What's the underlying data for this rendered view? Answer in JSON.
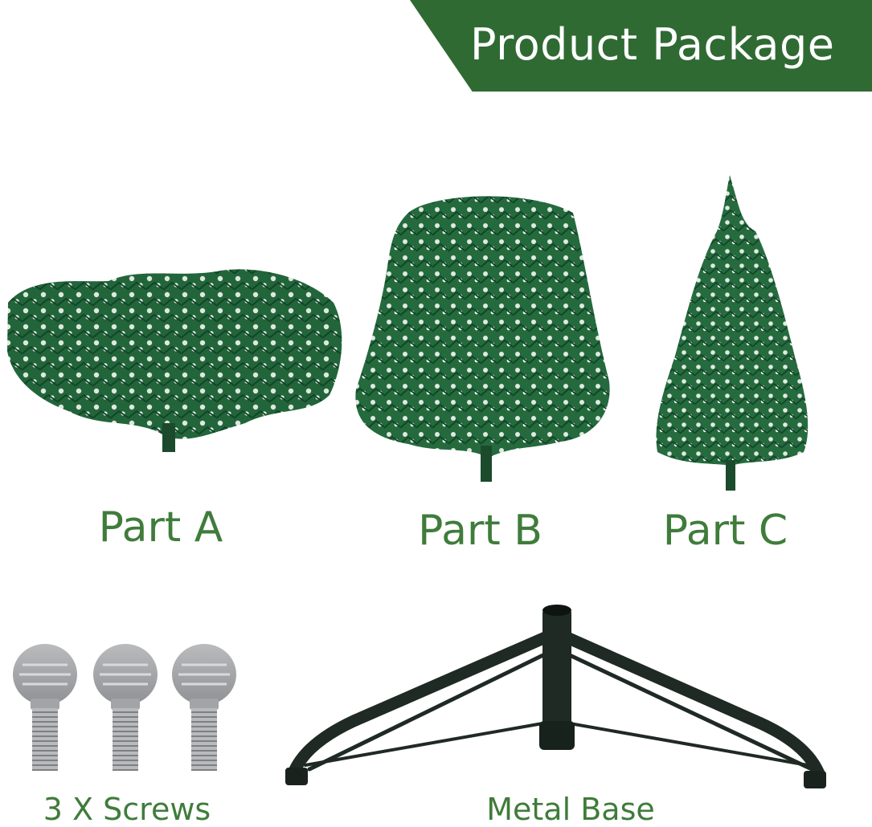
{
  "header": {
    "title": "Product Package"
  },
  "parts": [
    {
      "label": "Part A"
    },
    {
      "label": "Part B"
    },
    {
      "label": "Part C"
    }
  ],
  "accessories": {
    "screws_label": "3 X Screws",
    "base_label": "Metal Base"
  },
  "colors": {
    "banner": "#2f6a33",
    "label_green": "#3f7c3b",
    "foliage_dark": "#1d5a33",
    "foliage_mid": "#2e7a44",
    "frost": "#e9efe9",
    "metal_base": "#1f2a24",
    "screw": "#a7a9ab"
  }
}
